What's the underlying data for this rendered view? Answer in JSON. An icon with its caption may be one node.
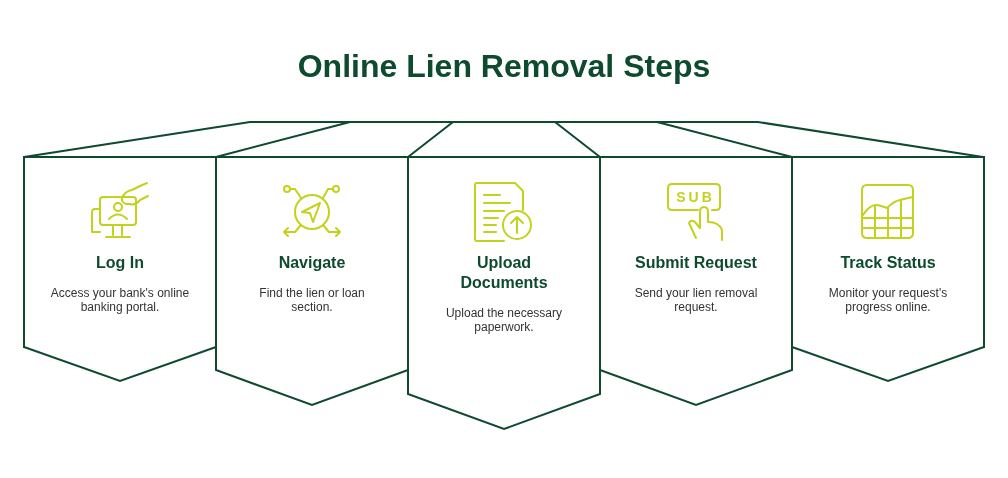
{
  "diagram": {
    "title": "Online Lien Removal Steps",
    "nodes": [
      {
        "text": [
          "Log In",
          "Access your bank's online banking portal."
        ]
      },
      {
        "text": [
          "Navigate",
          "Find the lien or loan section."
        ]
      },
      {
        "text": [
          "Upload Documents",
          "Upload the necessary paperwork."
        ]
      },
      {
        "text": [
          "Submit Request",
          "Send your lien removal request."
        ]
      },
      {
        "text": [
          "Track Status",
          "Monitor your request's progress online."
        ]
      }
    ],
    "labels": [
      "SUB"
    ]
  }
}
